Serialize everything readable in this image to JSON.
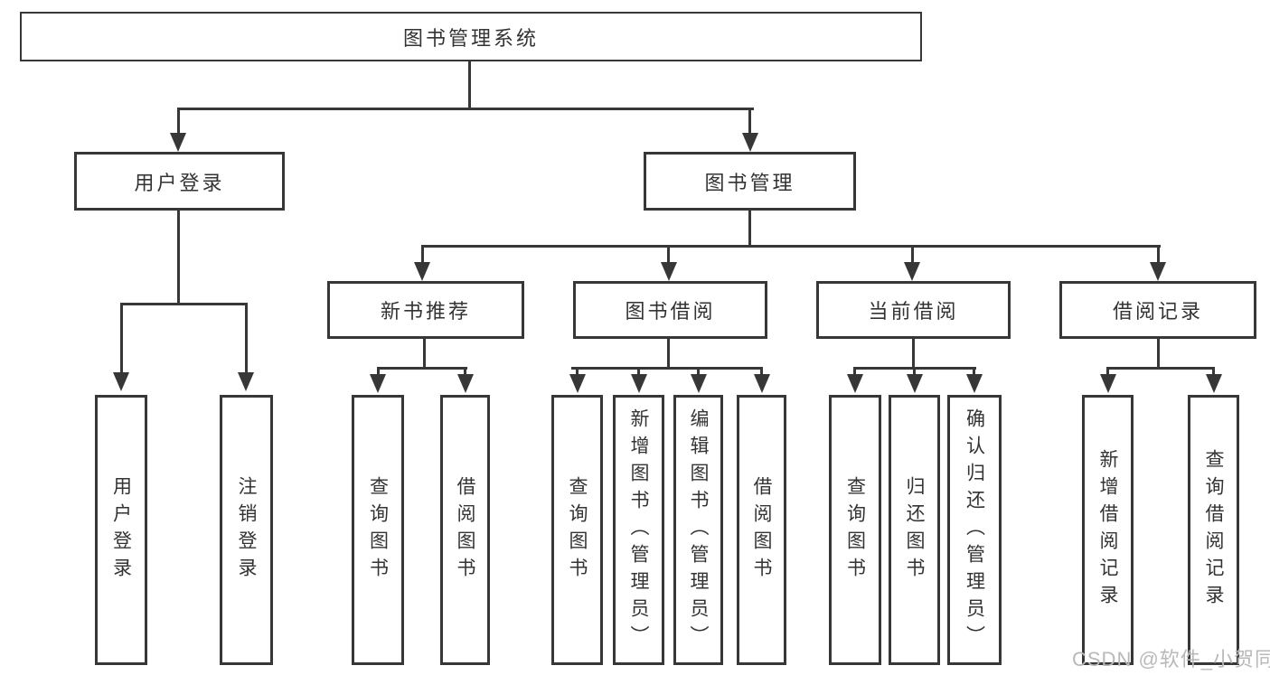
{
  "colors": {
    "line": "#373737",
    "text": "#333333",
    "bg": "#ffffff",
    "watermark": "#b9b9b9"
  },
  "nodes": {
    "root": "图书管理系统",
    "userLogin": "用户登录",
    "bookMgmt": "图书管理",
    "newBooks": "新书推荐",
    "bookBorrow": "图书借阅",
    "currentBorrow": "当前借阅",
    "borrowRecords": "借阅记录",
    "leafUserLogin": "用户登录",
    "leafLogout": "注销登录",
    "leafNbQuery": "查询图书",
    "leafNbBorrow": "借阅图书",
    "leafBbQuery": "查询图书",
    "leafBbAdd": "新增图书（管理员）",
    "leafBbEdit": "编辑图书（管理员）",
    "leafBbBorrow": "借阅图书",
    "leafCbQuery": "查询图书",
    "leafCbReturn": "归还图书",
    "leafCbConfirm": "确认归还（管理员）",
    "leafBrAdd": "新增借阅记录",
    "leafBrQuery": "查询借阅记录"
  },
  "structure": {
    "root_children": [
      "用户登录",
      "图书管理"
    ],
    "用户登录_children": [
      "用户登录",
      "注销登录"
    ],
    "图书管理_children": [
      "新书推荐",
      "图书借阅",
      "当前借阅",
      "借阅记录"
    ],
    "新书推荐_children": [
      "查询图书",
      "借阅图书"
    ],
    "图书借阅_children": [
      "查询图书",
      "新增图书（管理员）",
      "编辑图书（管理员）",
      "借阅图书"
    ],
    "当前借阅_children": [
      "查询图书",
      "归还图书",
      "确认归还（管理员）"
    ],
    "借阅记录_children": [
      "新增借阅记录",
      "查询借阅记录"
    ]
  },
  "watermark": {
    "text": "CSDN @软件_小贺同学"
  }
}
